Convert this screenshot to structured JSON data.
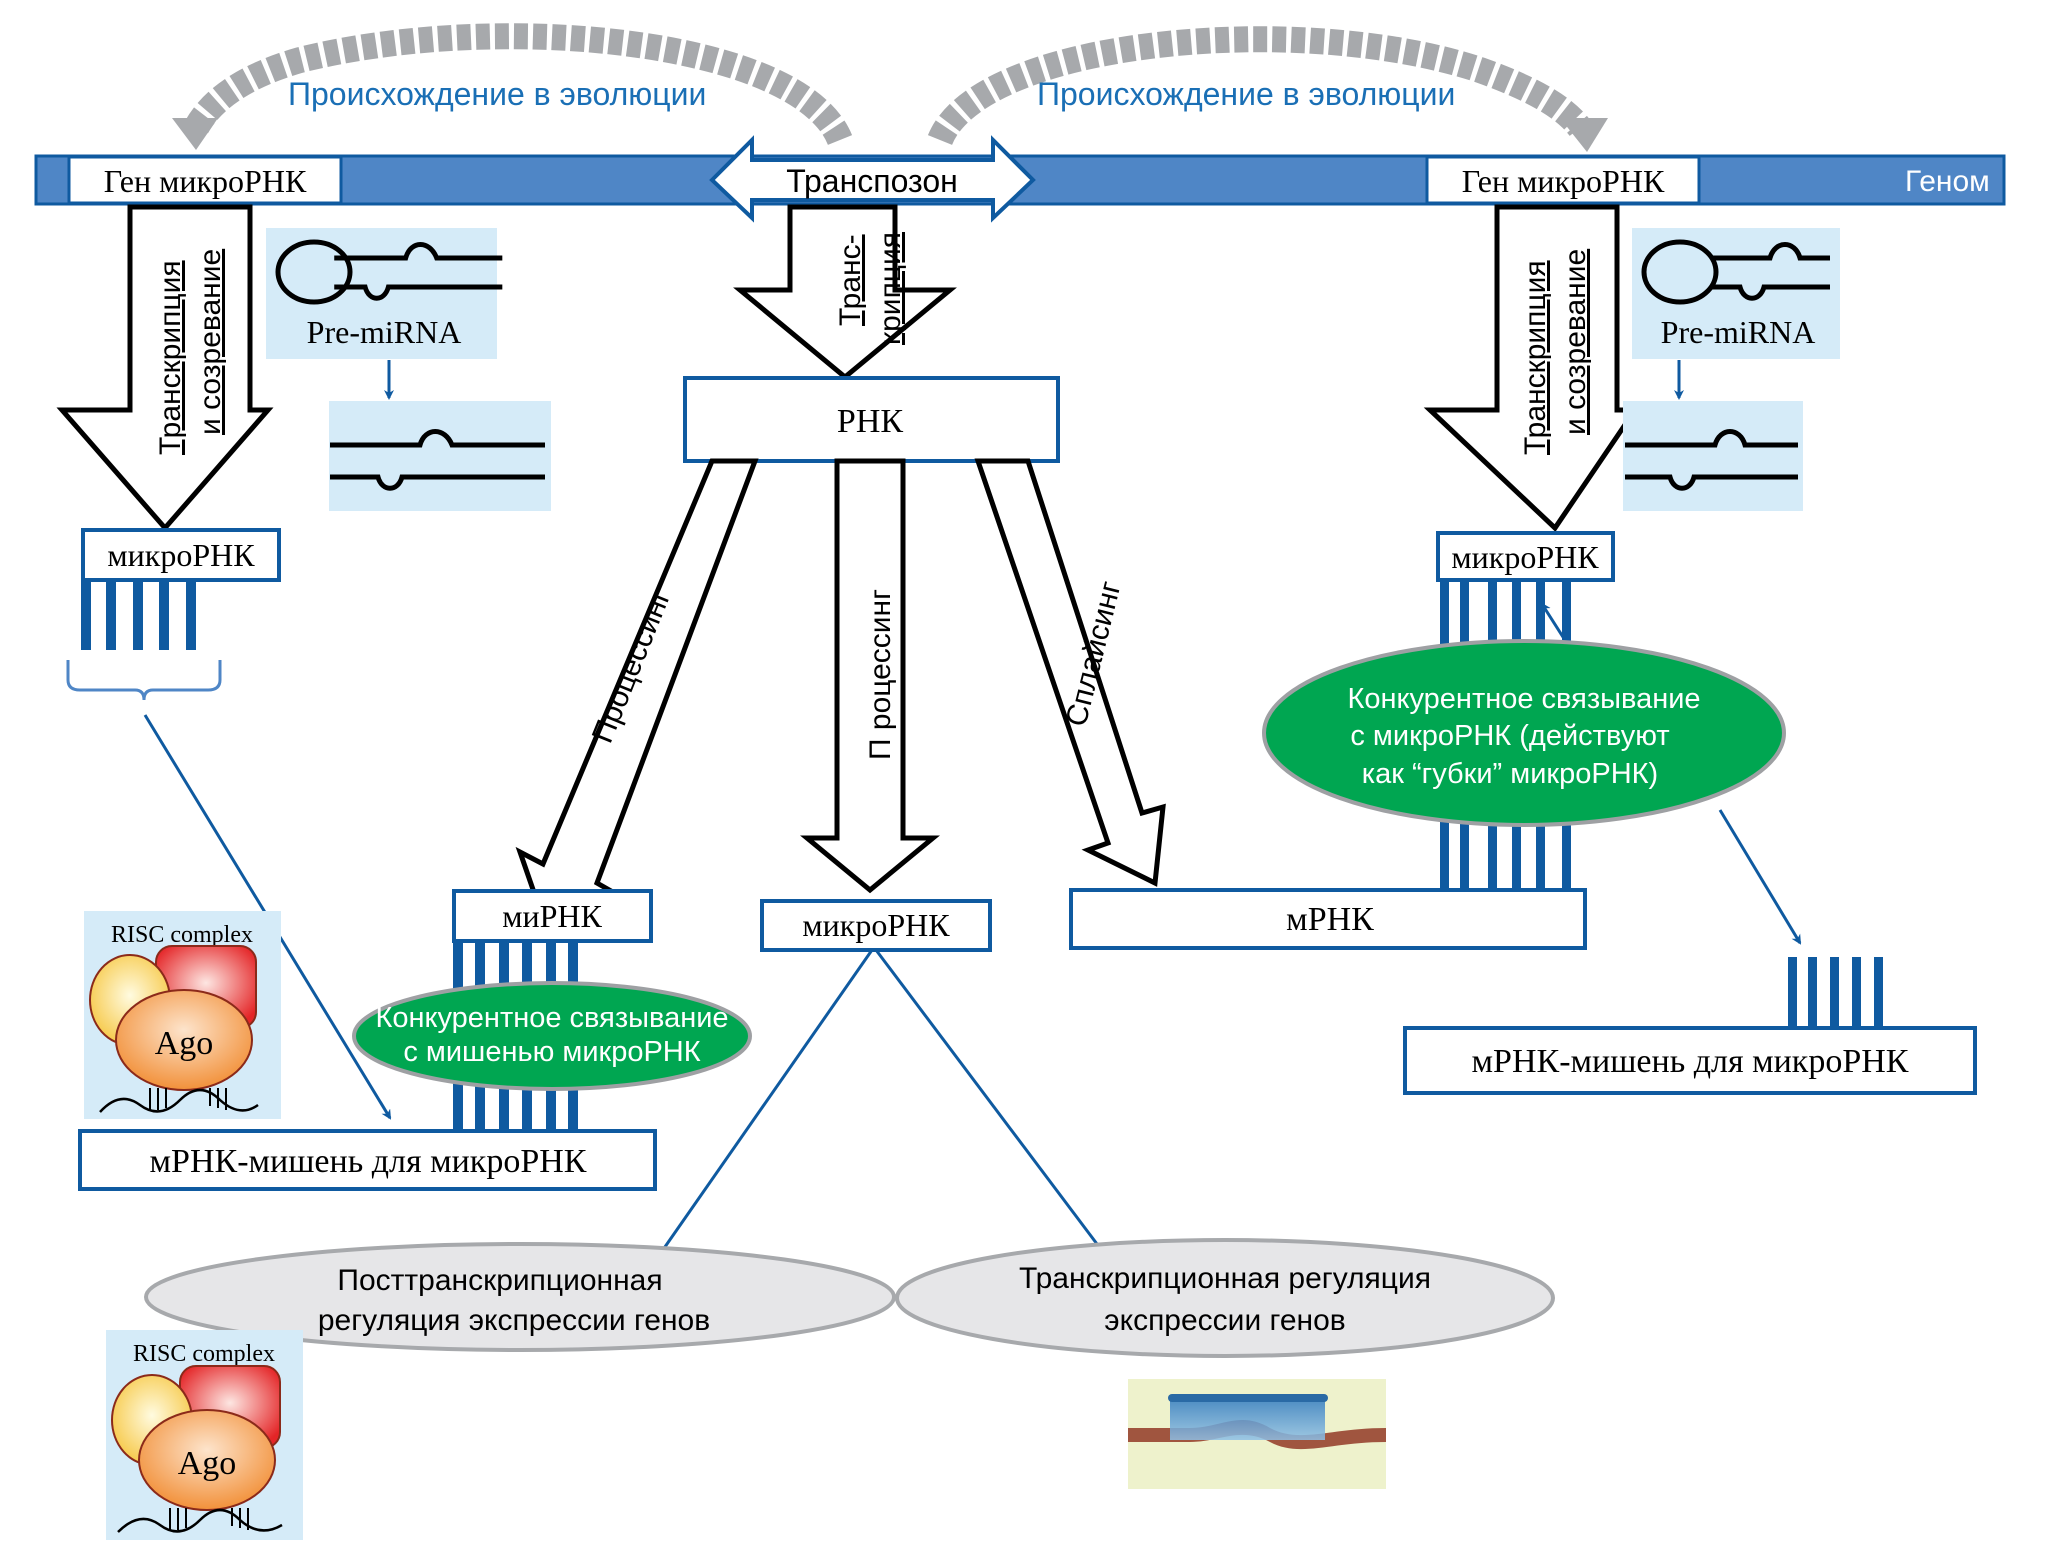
{
  "evolution": {
    "left_label": "Происхождение в эволюции",
    "right_label": "Происхождение в эволюции"
  },
  "genome": {
    "label": "Геном",
    "left_gene": "Ген микроРНК",
    "right_gene": "Ген микроРНК",
    "transposon": "Транспозон"
  },
  "left_branch": {
    "arrow_line1": "Транскрипция",
    "arrow_line2": "и созревание",
    "premirna_label": "Pre-miRNA",
    "mirna_box": "микроРНК",
    "risc_label": "RISC complex",
    "ago_label": "Ago",
    "target_box": "мРНК-мишень для микроРНК"
  },
  "center_branch": {
    "transcription_line1": "Транс-",
    "transcription_line2": "крипция",
    "rna_box": "РНК",
    "processing_left": "Процессинг",
    "processing_center": "П роцессинг",
    "splicing": "Сплайсинг",
    "sirna_box": "миРНК",
    "mirna_box": "микроРНК",
    "mrna_box": "мРНК",
    "competitive_target": [
      "Конкурентное связывание",
      "с мишенью микроРНК"
    ],
    "posttranscriptional": [
      "Посттранскрипционная",
      "регуляция экспрессии генов"
    ],
    "transcriptional": [
      "Транскрипционная регуляция",
      "экспрессии генов"
    ],
    "risc_label": "RISC complex",
    "ago_label": "Ago"
  },
  "right_branch": {
    "arrow_line1": "Транскрипция",
    "arrow_line2": "и созревание",
    "premirna_label": "Pre-miRNA",
    "mirna_box": "микроРНК",
    "sponge": [
      "Конкурентное связывание",
      "с микроРНК (действуют",
      "как “губки” микроРНК)"
    ],
    "target_box": "мРНК-мишень для микроРНК"
  },
  "colors": {
    "genome_bar": "#4f86c6",
    "box_border": "#0f5aa0",
    "evolution_text": "#1a6fb5",
    "green_ellipse": "#00a651",
    "grey_ellipse": "#e6e6e8",
    "panel_bg": "#d5ebf8"
  }
}
